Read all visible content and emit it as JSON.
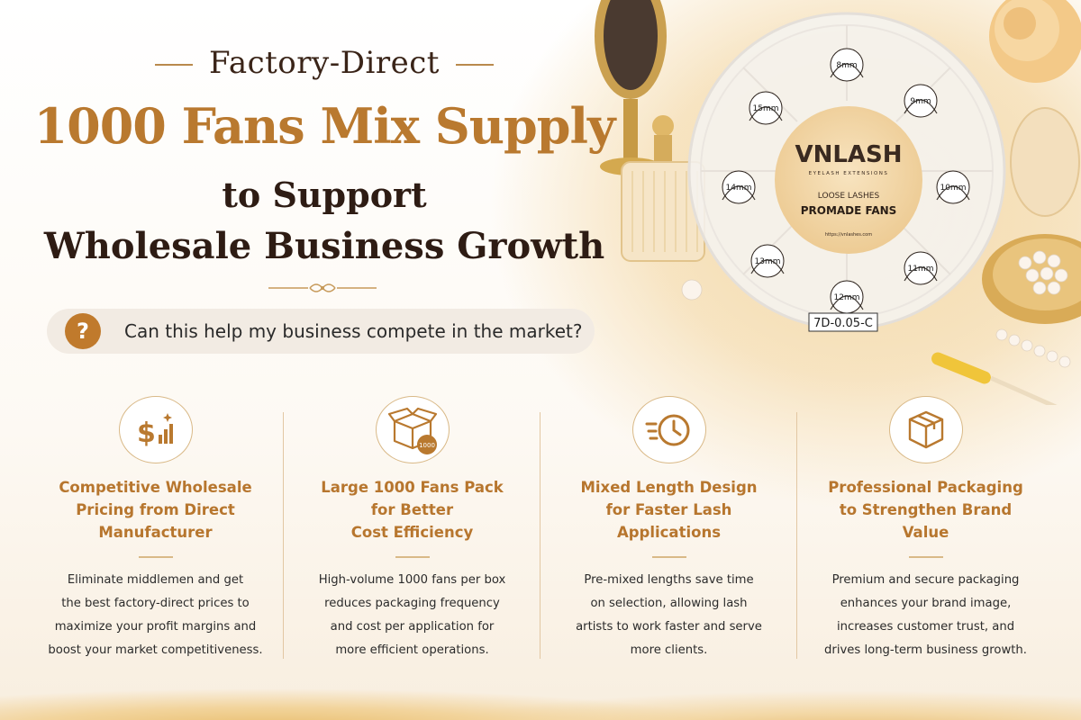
{
  "hero": {
    "eyebrow": "Factory-Direct",
    "headline": "1000 Fans Mix Supply",
    "subline_1": "to Support",
    "subline_2": "Wholesale Business Growth"
  },
  "question": {
    "icon_label": "?",
    "text": "Can this help my business compete in the market?"
  },
  "product": {
    "brand": "VNLASH",
    "brand_tagline": "EYELASH EXTENSIONS",
    "type_line": "LOOSE LASHES",
    "product_line": "PROMADE FANS",
    "website": "https://vnlashes.com",
    "sku_label": "7D-0.05-C",
    "length_labels": [
      "8mm",
      "9mm",
      "10mm",
      "11mm",
      "12mm",
      "13mm",
      "14mm",
      "15mm"
    ]
  },
  "features": [
    {
      "icon": "dollar-bar-chart-icon",
      "title": "Competitive Wholesale\nPricing from Direct\nManufacturer",
      "description": "Eliminate middlemen and get\nthe best factory-direct prices to\nmaximize your profit margins and\nboost your market competitiveness."
    },
    {
      "icon": "open-box-icon",
      "badge": "1000",
      "title": "Large 1000 Fans Pack\nfor Better\nCost Efficiency",
      "description": "High-volume 1000 fans per box\nreduces packaging frequency\nand cost per application for\nmore efficient operations."
    },
    {
      "icon": "fast-clock-icon",
      "title": "Mixed Length Design\nfor Faster Lash\nApplications",
      "description": "Pre-mixed lengths save time\non selection, allowing lash\nartists to work faster and serve\nmore clients."
    },
    {
      "icon": "package-box-icon",
      "title": "Professional Packaging\nto Strengthen Brand Value",
      "description": "Premium and secure packaging\nenhances your brand image,\nincreases customer trust, and\ndrives long-term business growth."
    }
  ],
  "colors": {
    "accent_gold": "#b9792f",
    "dark_text": "#2e1c14",
    "question_icon": "#c07a2c"
  }
}
